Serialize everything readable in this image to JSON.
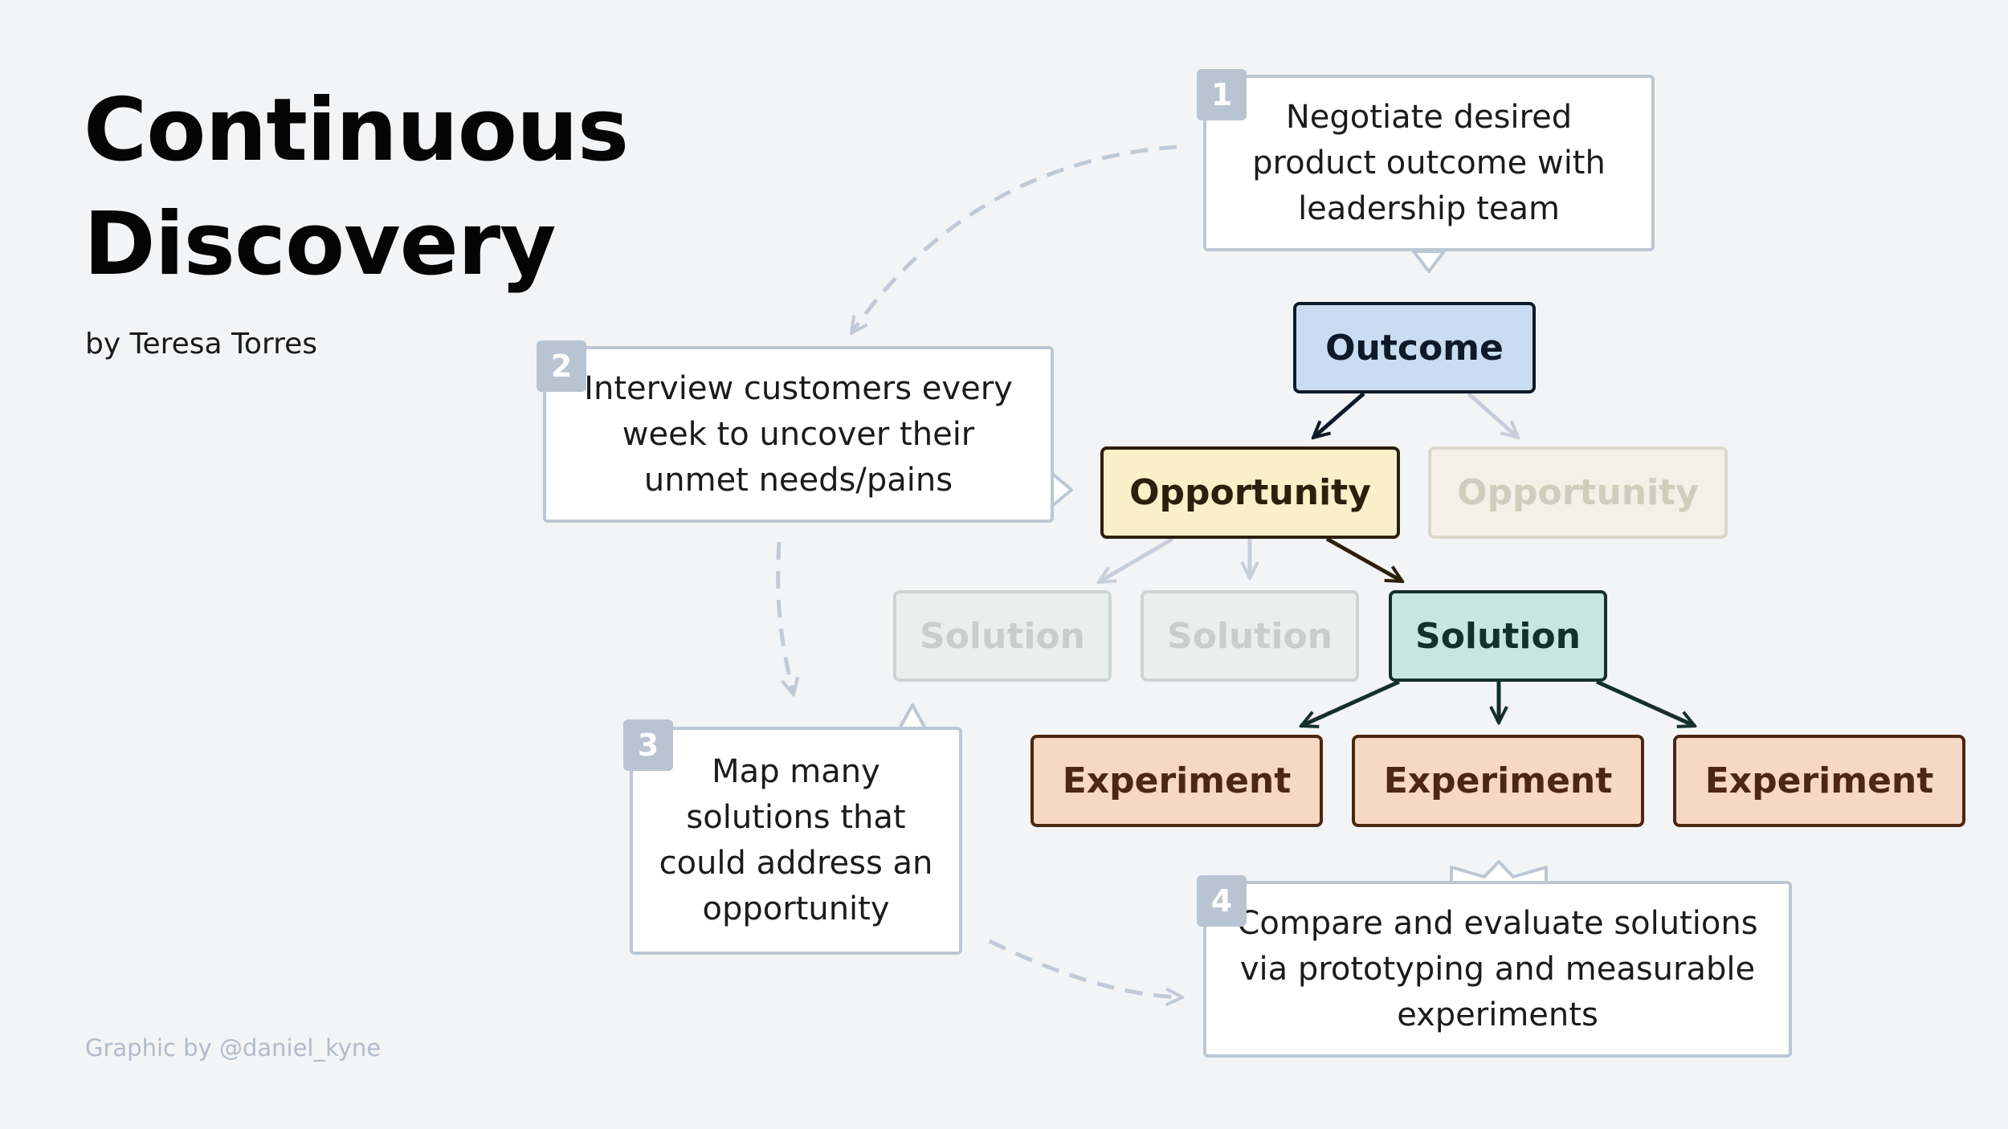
{
  "header": {
    "title_line1": "Continuous",
    "title_line2": "Discovery",
    "byline": "by Teresa Torres"
  },
  "credit": "Graphic by @daniel_kyne",
  "tree": {
    "outcome": "Outcome",
    "opportunity_active": "Opportunity",
    "opportunity_faded": "Opportunity",
    "solution_faded_1": "Solution",
    "solution_faded_2": "Solution",
    "solution_active": "Solution",
    "experiment_1": "Experiment",
    "experiment_2": "Experiment",
    "experiment_3": "Experiment"
  },
  "steps": [
    {
      "number": "1",
      "text": "Negotiate desired product outcome with leadership team"
    },
    {
      "number": "2",
      "text": "Interview customers every week to uncover their unmet needs/pains"
    },
    {
      "number": "3",
      "text": "Map many solutions that could address an opportunity"
    },
    {
      "number": "4",
      "text": "Compare and evaluate solutions via prototyping and measurable experiments"
    }
  ],
  "colors": {
    "background": "#f3f4f6",
    "outcome": "#c9dcf1",
    "opportunity": "#fbefc9",
    "solution": "#c9e6de",
    "experiment": "#f7d8c3",
    "callout_border": "#bcc7d4",
    "badge": "#b8c4d2"
  }
}
